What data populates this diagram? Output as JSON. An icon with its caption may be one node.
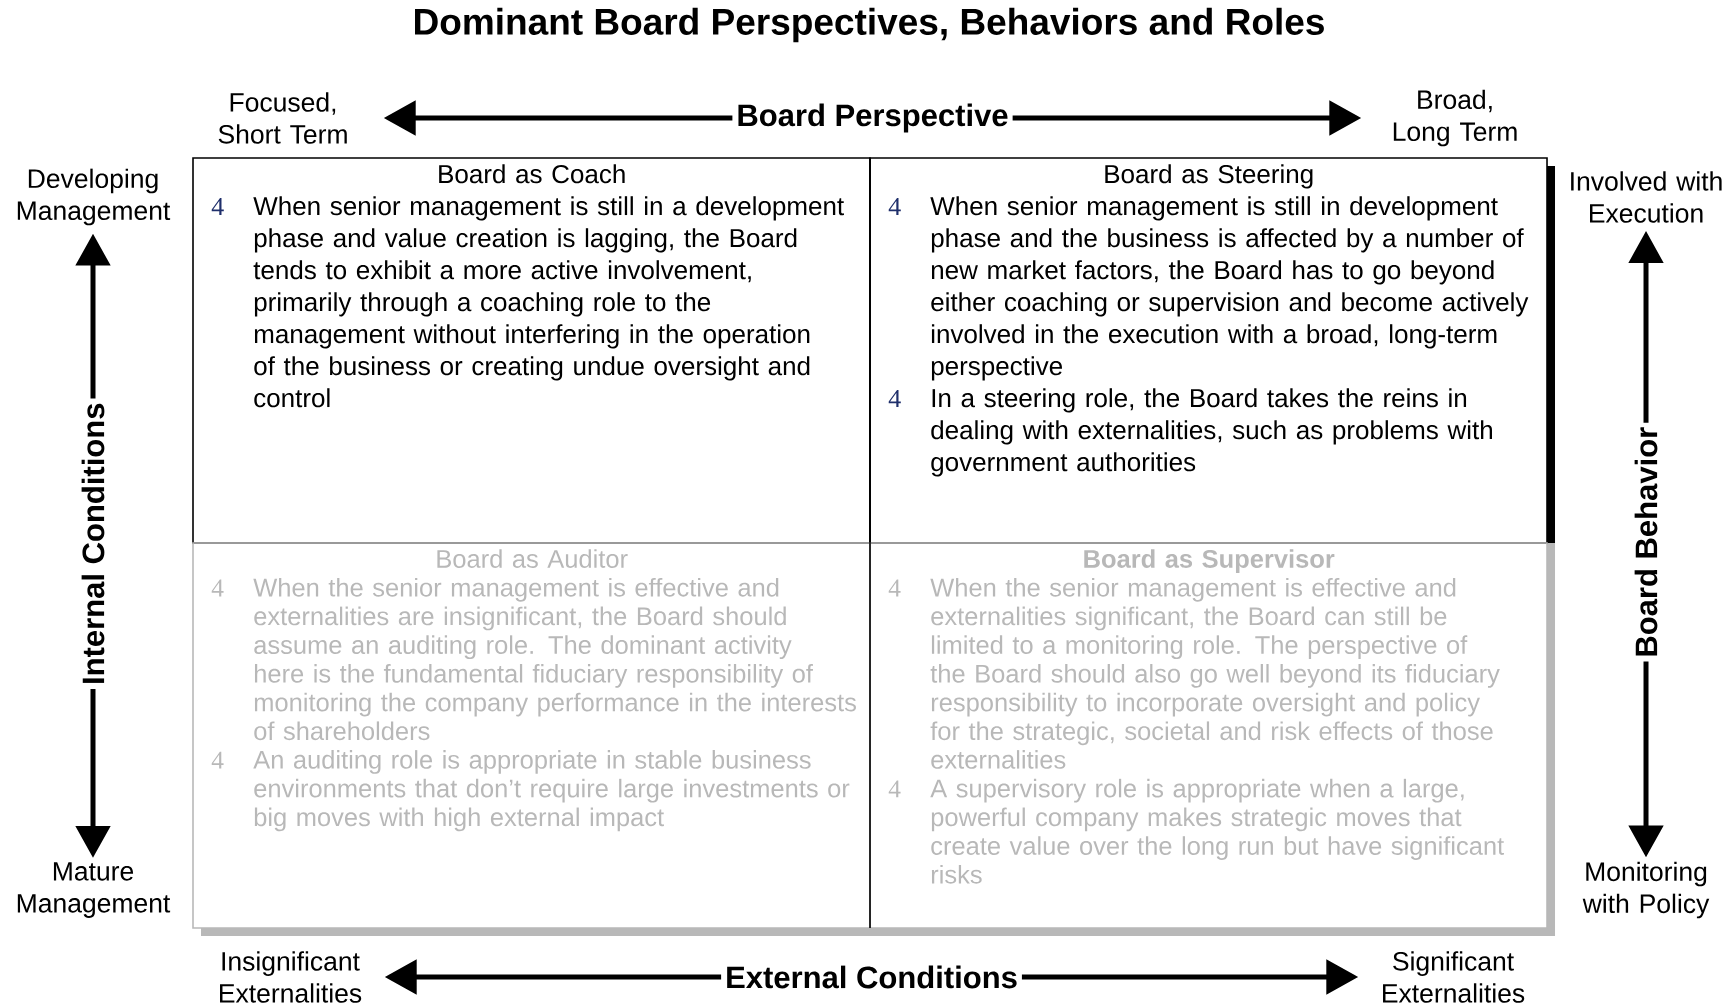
{
  "diagram": {
    "title": "Dominant Board Perspectives, Behaviors and Roles",
    "nodes": [
      {
        "text": [
          "Focused, Short Term"
        ]
      },
      {
        "text": [
          "Broad, Long Term"
        ]
      },
      {
        "text": [
          "Developing Management"
        ]
      },
      {
        "text": [
          "Involved with Execution"
        ]
      },
      {
        "text": [
          "Board as Coach",
          "4",
          "When senior management is still in a development phase and value creation is lagging, the Board tends to exhibit a more active involvement, primarily through a coaching role to the management without interfering in the operation of the business or creating undue oversight and control"
        ]
      },
      {
        "text": [
          "Board as Steering",
          "4",
          "When senior management is still in development phase and the business is affected by a number of new market factors, the Board has to go beyond either coaching or supervision and become actively involved in the execution with a broad, long-term perspective",
          "4",
          "In a steering role, the Board takes the reins in dealing with externalities, such as problems with government authorities"
        ]
      },
      {
        "text": [
          "Board as Auditor",
          "4",
          "When the senior management is effective and externalities are insignificant, the Board should assume an auditing role. The dominant activity here is the fundamental fiduciary responsibility of monitoring the company performance in the interests of shareholders",
          "4",
          "An auditing role is appropriate in stable business environments that don’t require large investments or big moves with high external impact"
        ]
      },
      {
        "text": [
          "Board as Supervisor",
          "4",
          "When the senior management is effective and externalities significant, the Board can still be limited to a monitoring role. The perspective of the Board should also go well beyond its fiduciary responsibility to incorporate oversight and policy for the strategic, societal and risk effects of those externalities",
          "4",
          "A supervisory role is appropriate when a large, powerful company makes strategic moves that create value over the long run but have significant risks"
        ]
      },
      {
        "text": [
          "Mature Management"
        ]
      },
      {
        "text": [
          "Monitoring with Policy"
        ]
      },
      {
        "text": [
          "Insignificant Externalities"
        ]
      },
      {
        "text": [
          "Significant Externalities"
        ]
      }
    ],
    "edges": [
      {
        "from": 0,
        "to": 1,
        "arrow": "both",
        "label": "Board Perspective"
      },
      {
        "from": 2,
        "to": 8,
        "arrow": "both",
        "label": "Internal Conditions"
      },
      {
        "from": 3,
        "to": 9,
        "arrow": "both",
        "label": "Board Behavior"
      },
      {
        "from": 10,
        "to": 11,
        "arrow": "both",
        "label": "External Conditions"
      }
    ]
  }
}
